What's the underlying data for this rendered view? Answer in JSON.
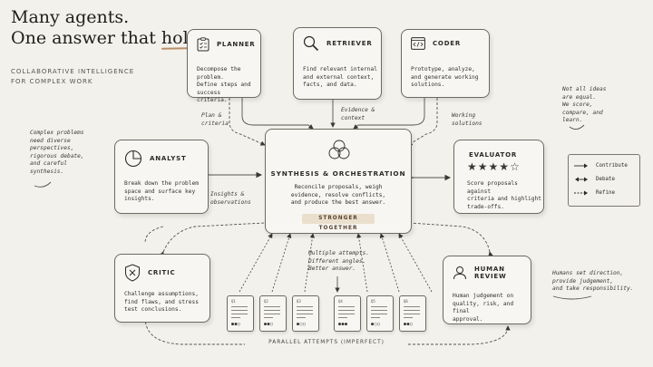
{
  "title": {
    "line1": "Many agents.",
    "line2_prefix": "One answer that ",
    "line2_highlight": "holds up."
  },
  "subtitle": {
    "line1": "COLLABORATIVE INTELLIGENCE",
    "line2": "FOR COMPLEX WORK"
  },
  "agents": {
    "planner": {
      "label": "PLANNER",
      "desc": [
        "Decompose the problem.",
        "Define steps and success",
        "criteria."
      ]
    },
    "retriever": {
      "label": "RETRIEVER",
      "desc": [
        "Find relevant internal",
        "and external context,",
        "facts, and data."
      ]
    },
    "coder": {
      "label": "CODER",
      "desc": [
        "Prototype, analyze,",
        "and generate working",
        "solutions."
      ]
    },
    "analyst": {
      "label": "ANALYST",
      "desc": [
        "Break down the problem",
        "space and surface key",
        "insights."
      ]
    },
    "evaluator": {
      "label": "EVALUATOR",
      "desc": [
        "Score proposals against",
        "criteria and highlight",
        "trade-offs."
      ],
      "rating": 4,
      "rating_max": 5
    },
    "critic": {
      "label": "CRITIC",
      "desc": [
        "Challenge assumptions,",
        "find flaws, and stress",
        "test conclusions."
      ]
    },
    "human_review": {
      "label": "HUMAN REVIEW",
      "desc": [
        "Human judgement on",
        "quality, risk, and final",
        "approval."
      ]
    }
  },
  "center": {
    "title": "SYNTHESIS & ORCHESTRATION",
    "desc": [
      "Reconcile proposals, weigh",
      "evidence, resolve conflicts,",
      "and produce the best answer."
    ],
    "badge": "STRONGER TOGETHER"
  },
  "annotations": {
    "plan_criteria": [
      "Plan &",
      "criteria"
    ],
    "evidence_context": [
      "Evidence &",
      "context"
    ],
    "working_solutions": [
      "Working",
      "solutions"
    ],
    "insights": [
      "Insights &",
      "observations"
    ],
    "multiple_attempts": [
      "Multiple attempts.",
      "Different angles.",
      "Better answer."
    ],
    "left_note": [
      "Complex problems",
      "need diverse",
      "perspectives,",
      "rigorous debate,",
      "and careful",
      "synthesis."
    ],
    "right_note": [
      "Not all ideas",
      "are equal.",
      "We score,",
      "compare, and",
      "learn."
    ],
    "human_note": [
      "Humans set direction,",
      "provide judgement,",
      "and take responsibility."
    ]
  },
  "attempts": [
    {
      "label": "Q1",
      "dots": "●●○"
    },
    {
      "label": "Q2",
      "dots": "●●○"
    },
    {
      "label": "Q3",
      "dots": "●○○"
    },
    {
      "label": "Q4",
      "dots": "●●●"
    },
    {
      "label": "Q5",
      "dots": "●○○"
    },
    {
      "label": "Q6",
      "dots": "●●○"
    }
  ],
  "legend": {
    "contribute": "Contribute",
    "debate": "Debate",
    "refine": "Refine"
  },
  "footer": "PARALLEL ATTEMPTS (IMPERFECT)",
  "colors": {
    "background": "#f3f1ec",
    "card": "#f7f6f2",
    "stroke": "#6d6a63",
    "accent": "#b98f6a",
    "badge": "#eadfcc"
  }
}
